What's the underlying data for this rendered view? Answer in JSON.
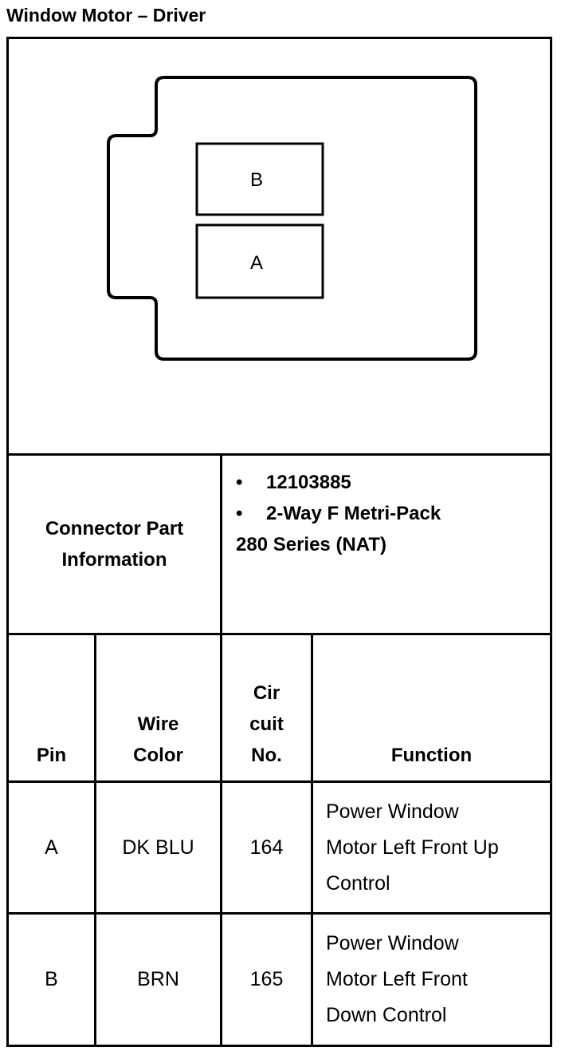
{
  "title": "Window Motor – Driver",
  "connector": {
    "cavities": [
      "B",
      "A"
    ]
  },
  "part_info": {
    "label": "Connector Part Information",
    "label_line1": "Connector Part",
    "label_line2": "Information",
    "items": [
      "12103885",
      "2-Way F Metri-Pack"
    ],
    "continuation": "280 Series (NAT)",
    "bullet": "•"
  },
  "table": {
    "headers": {
      "pin": "Pin",
      "wire_color_line1": "Wire",
      "wire_color_line2": "Color",
      "circuit_line1": "Cir",
      "circuit_line2": "cuit",
      "circuit_line3": "No.",
      "function": "Function"
    },
    "rows": [
      {
        "pin": "A",
        "wire_color": "DK BLU",
        "circuit": "164",
        "function_lines": [
          "Power Window",
          "Motor Left Front Up",
          "Control"
        ]
      },
      {
        "pin": "B",
        "wire_color": "BRN",
        "circuit": "165",
        "function_lines": [
          "Power Window",
          "Motor Left Front",
          "Down Control"
        ]
      }
    ]
  }
}
